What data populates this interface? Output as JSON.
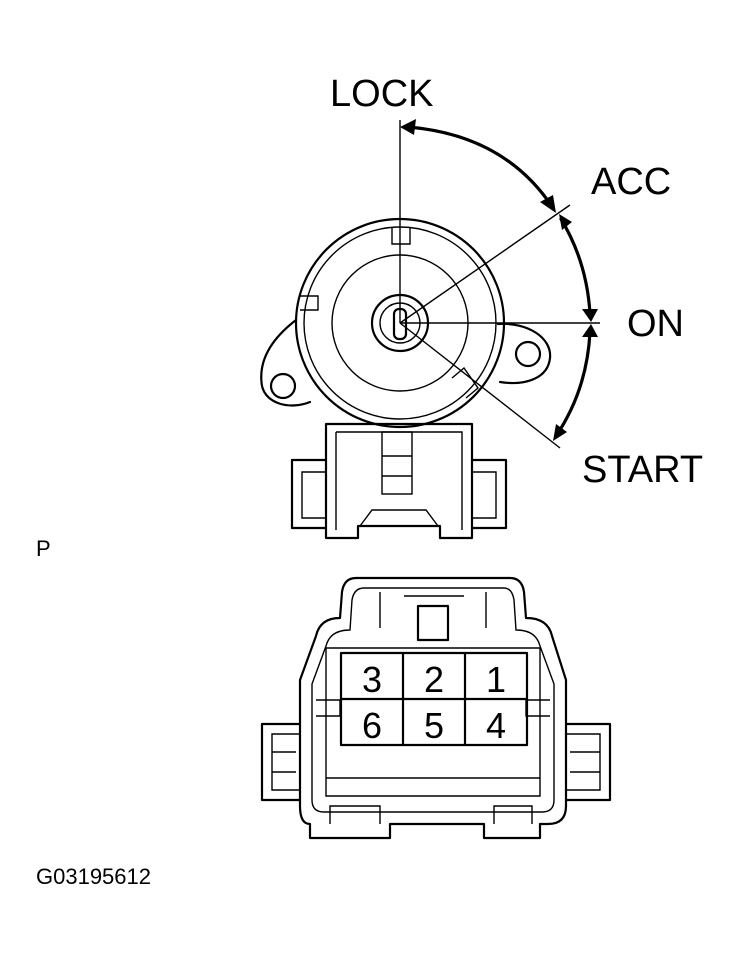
{
  "labels": {
    "lock": "LOCK",
    "acc": "ACC",
    "on": "ON",
    "start": "START",
    "view_marker": "P",
    "figure_id": "G03195612"
  },
  "connector": {
    "top_row": [
      "3",
      "2",
      "1"
    ],
    "bottom_row": [
      "6",
      "5",
      "4"
    ]
  },
  "colors": {
    "line": "#000000",
    "background": "#ffffff"
  }
}
